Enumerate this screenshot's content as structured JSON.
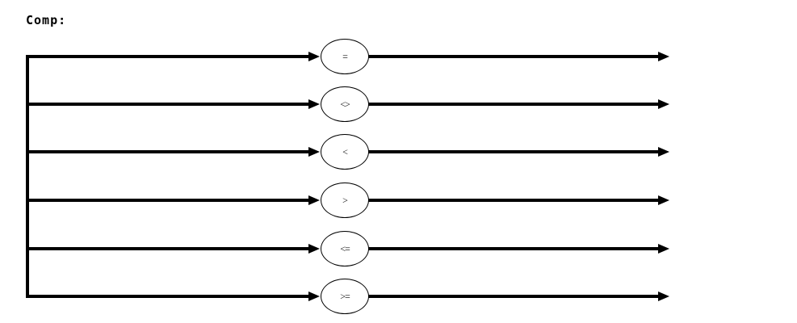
{
  "diagram": {
    "title": "Comp:",
    "type": "railroad-syntax-diagram",
    "description": "Comparison operator alternatives, six parallel branches from a left trunk line, each passing through an oval operator node and ending in a right-pointing arrow",
    "operators": [
      {
        "symbol": "="
      },
      {
        "symbol": "<>"
      },
      {
        "symbol": "<"
      },
      {
        "symbol": ">"
      },
      {
        "symbol": "<="
      },
      {
        "symbol": ">="
      }
    ],
    "colors": {
      "line": "#000000",
      "background": "#ffffff",
      "node_fill": "#ffffff",
      "node_stroke": "#000000"
    }
  }
}
